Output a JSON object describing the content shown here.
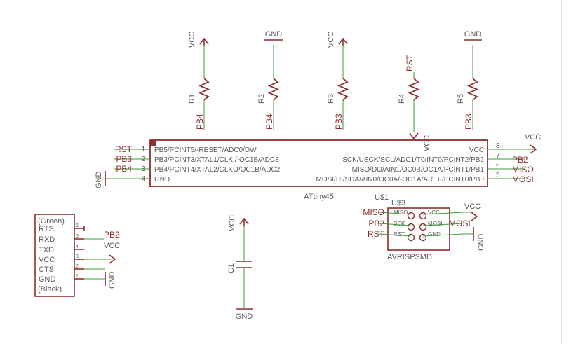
{
  "colors": {
    "wire": "#3c9a3c",
    "symbol": "#8b2f2f",
    "text": "#5a5a5a",
    "pad": "#8b2f2f"
  },
  "icons": [
    "vcc-arrow-icon",
    "gnd-bar-icon",
    "resistor-icon",
    "capacitor-icon",
    "pad-circle-icon"
  ],
  "top_row": [
    {
      "supply": "VCC",
      "ref": "R1",
      "net": "PB4"
    },
    {
      "supply": "GND",
      "ref": "R2",
      "net": "PB4"
    },
    {
      "supply": "VCC",
      "ref": "R3",
      "net": "PB3"
    },
    {
      "supply": "RST",
      "ref": "R4",
      "net": "VCC"
    },
    {
      "supply": "GND",
      "ref": "R5",
      "net": "PB3"
    }
  ],
  "ic": {
    "name": "ATtiny45",
    "left_pins": [
      {
        "num": "1",
        "label": "PB5/PCINT5/-RESET/ADC0/DW",
        "net": "RST"
      },
      {
        "num": "2",
        "label": "PB3/PCINT3/XTAL1/CLKI/-OC1B/ADC3",
        "net": "PB3"
      },
      {
        "num": "3",
        "label": "PB4/PCINT4/XTAL2/CLKO/OC1B/ADC2",
        "net": "PB4"
      },
      {
        "num": "4",
        "label": "GND",
        "net": "GND"
      }
    ],
    "right_pins": [
      {
        "num": "8",
        "label": "VCC",
        "net": "VCC"
      },
      {
        "num": "7",
        "label": "SCK/USCK/SCL/ADC1/T0/INT0/PCINT2/PB2",
        "net": "PB2"
      },
      {
        "num": "6",
        "label": "MISO/DO/AIN1/OC0B/OC1A/PCINT1/PB1",
        "net": "MISO"
      },
      {
        "num": "5",
        "label": "MOSI/DI/SDA/AIN0/OC0A/-OC1A/AREF/PCINT0/PB0",
        "net": "MOSI"
      }
    ]
  },
  "ftdi": {
    "top_label": "(Green)",
    "bottom_label": "(Black)",
    "pins": [
      {
        "label": "RTS",
        "num": "6",
        "net": ""
      },
      {
        "label": "RXD",
        "num": "5",
        "net": "PB2"
      },
      {
        "label": "TXD",
        "num": "4",
        "net": "VCC"
      },
      {
        "label": "VCC",
        "num": "3",
        "net": ""
      },
      {
        "label": "CTS",
        "num": "2",
        "net": ""
      },
      {
        "label": "GND",
        "num": "1",
        "net": "GND"
      }
    ]
  },
  "capacitor": {
    "ref": "C1",
    "top": "VCC",
    "bottom": "GND"
  },
  "isp": {
    "ref": "U$1",
    "ref2": "U$3",
    "name": "AVRISPSMD",
    "left_labels": [
      "MISO",
      "SCK",
      "RST"
    ],
    "right_labels": [
      "VCC",
      "MOSI",
      "GND"
    ],
    "left_nets": [
      "MISO",
      "PB2",
      "RST"
    ],
    "right_nets": [
      "VCC",
      "MOSI",
      "GND"
    ]
  }
}
